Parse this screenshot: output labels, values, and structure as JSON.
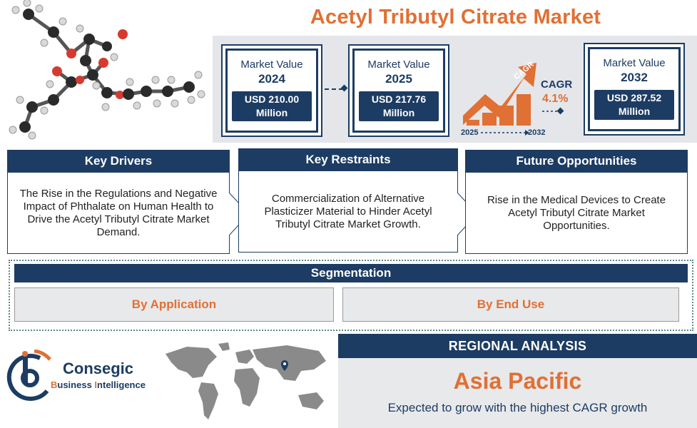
{
  "title": "Acetyl Tributyl Citrate Market",
  "market_values": [
    {
      "label": "Market Value",
      "year": "2024",
      "amount": "USD 210.00 Million"
    },
    {
      "label": "Market Value",
      "year": "2025",
      "amount": "USD 217.76 Million"
    },
    {
      "label": "Market Value",
      "year": "2032",
      "amount": "USD 287.52 Million"
    }
  ],
  "cagr": {
    "arrow_text": "CAGR",
    "label": "CAGR",
    "value": "4.1%",
    "start_year": "2025",
    "end_year": "2032"
  },
  "sections": [
    {
      "heading": "Key Drivers",
      "text": "The Rise in the Regulations and Negative Impact of Phthalate on Human Health to Drive the Acetyl Tributyl Citrate Market Demand."
    },
    {
      "heading": "Key Restraints",
      "text": "Commercialization of Alternative Plasticizer Material to Hinder Acetyl Tributyl Citrate Market Growth."
    },
    {
      "heading": "Future Opportunities",
      "text": "Rise in the Medical Devices to Create Acetyl Tributyl Citrate Market Opportunities."
    }
  ],
  "segmentation": {
    "heading": "Segmentation",
    "items": [
      "By Application",
      "By End Use"
    ]
  },
  "logo": {
    "name": "Consegic",
    "sub_b": "B",
    "sub_usiness": "usiness ",
    "sub_i": "I",
    "sub_ntelligence": "ntelligence"
  },
  "regional": {
    "heading": "REGIONAL ANALYSIS",
    "region": "Asia Pacific",
    "note": "Expected to grow with the highest CAGR growth"
  },
  "colors": {
    "navy": "#1d3c63",
    "orange": "#e07034",
    "panel_gray": "#e4e6ea"
  }
}
